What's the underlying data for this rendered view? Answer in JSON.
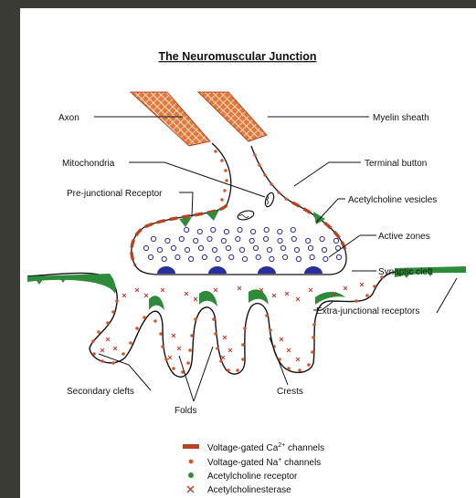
{
  "title": "The Neuromuscular Junction",
  "labels": {
    "axon": "Axon",
    "myelin_sheath": "Myelin sheath",
    "mitochondria": "Mitochondria",
    "terminal_button": "Terminal button",
    "pre_junctional_receptor": "Pre-junctional Receptor",
    "acetylcholine_vesicles": "Acetylcholine vesicles",
    "active_zones": "Active zones",
    "synaptic_cleft": "Synaptic cleft",
    "extra_junctional_receptors": "Extra-junctional receptors",
    "secondary_clefts": "Secondary clefts",
    "crests": "Crests",
    "folds": "Folds"
  },
  "legend": {
    "ca_channels_prefix": "Voltage-gated Ca",
    "ca_channels_sup": "2+",
    "ca_channels_suffix": " channels",
    "na_channels_prefix": "Voltage-gated Na",
    "na_channels_sup": "+",
    "na_channels_suffix": " channels",
    "ach_receptor": "Acetylcholine receptor",
    "acetylcholinesterase": "Acetylcholinesterase"
  },
  "colors": {
    "myelin": "#e07a3c",
    "ca_channel": "#b5441f",
    "na_channel": "#d9532b",
    "receptor": "#2e8b3a",
    "vesicle": "#2a2fa0",
    "esterase": "#c0392b"
  }
}
